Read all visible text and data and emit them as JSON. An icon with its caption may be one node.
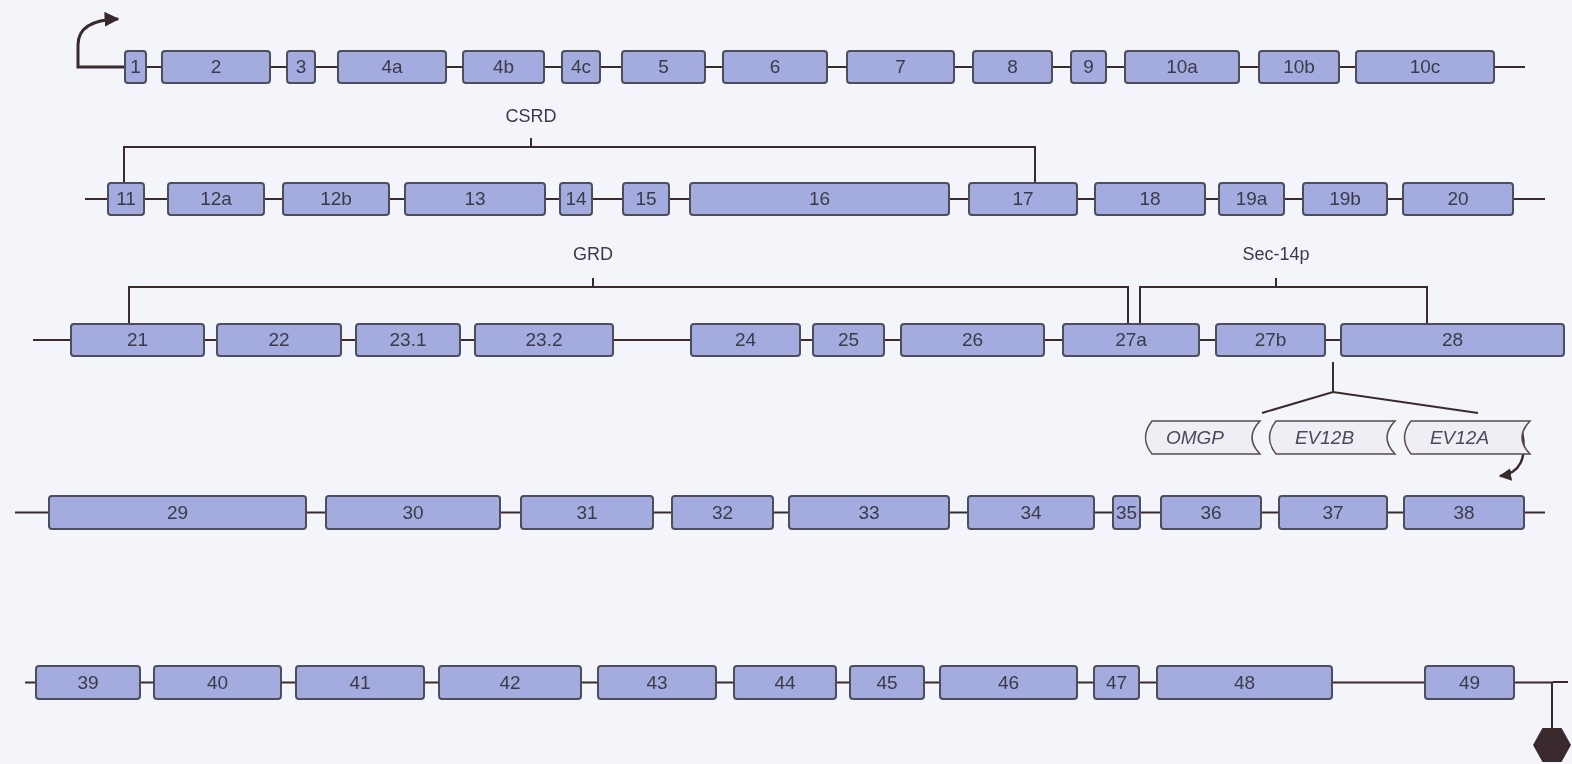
{
  "diagram": {
    "nodes": [
      {
        "text": [
          "1"
        ]
      },
      {
        "text": [
          "2"
        ]
      },
      {
        "text": [
          "3"
        ]
      },
      {
        "text": [
          "4a"
        ]
      },
      {
        "text": [
          "4b"
        ]
      },
      {
        "text": [
          "4c"
        ]
      },
      {
        "text": [
          "5"
        ]
      },
      {
        "text": [
          "6"
        ]
      },
      {
        "text": [
          "7"
        ]
      },
      {
        "text": [
          "8"
        ]
      },
      {
        "text": [
          "9"
        ]
      },
      {
        "text": [
          "10a"
        ]
      },
      {
        "text": [
          "10b"
        ]
      },
      {
        "text": [
          "10c"
        ]
      },
      {
        "text": [
          "11"
        ]
      },
      {
        "text": [
          "12a"
        ]
      },
      {
        "text": [
          "12b"
        ]
      },
      {
        "text": [
          "13"
        ]
      },
      {
        "text": [
          "14"
        ]
      },
      {
        "text": [
          "15"
        ]
      },
      {
        "text": [
          "16"
        ]
      },
      {
        "text": [
          "17"
        ]
      },
      {
        "text": [
          "18"
        ]
      },
      {
        "text": [
          "19a"
        ]
      },
      {
        "text": [
          "19b"
        ]
      },
      {
        "text": [
          "20"
        ]
      },
      {
        "text": [
          "21"
        ]
      },
      {
        "text": [
          "22"
        ]
      },
      {
        "text": [
          "23.1"
        ]
      },
      {
        "text": [
          "23.2"
        ]
      },
      {
        "text": [
          "24"
        ]
      },
      {
        "text": [
          "25"
        ]
      },
      {
        "text": [
          "26"
        ]
      },
      {
        "text": [
          "27a"
        ]
      },
      {
        "text": [
          "27b"
        ]
      },
      {
        "text": [
          "28"
        ]
      },
      {
        "text": [
          "OMGP"
        ]
      },
      {
        "text": [
          "EV12B"
        ]
      },
      {
        "text": [
          "EV12A"
        ]
      },
      {
        "text": [
          "29"
        ]
      },
      {
        "text": [
          "30"
        ]
      },
      {
        "text": [
          "31"
        ]
      },
      {
        "text": [
          "32"
        ]
      },
      {
        "text": [
          "33"
        ]
      },
      {
        "text": [
          "34"
        ]
      },
      {
        "text": [
          "35"
        ]
      },
      {
        "text": [
          "36"
        ]
      },
      {
        "text": [
          "37"
        ]
      },
      {
        "text": [
          "38"
        ]
      },
      {
        "text": [
          "39"
        ]
      },
      {
        "text": [
          "40"
        ]
      },
      {
        "text": [
          "41"
        ]
      },
      {
        "text": [
          "42"
        ]
      },
      {
        "text": [
          "43"
        ]
      },
      {
        "text": [
          "44"
        ]
      },
      {
        "text": [
          "45"
        ]
      },
      {
        "text": [
          "46"
        ]
      },
      {
        "text": [
          "47"
        ]
      },
      {
        "text": [
          "48"
        ]
      },
      {
        "text": [
          "49"
        ]
      },
      {
        "text": [],
        "shape": "hexagon"
      }
    ],
    "edges": [
      {
        "from": 0,
        "to": 1,
        "arrow": "none"
      },
      {
        "from": 1,
        "to": 2,
        "arrow": "none"
      },
      {
        "from": 2,
        "to": 3,
        "arrow": "none"
      },
      {
        "from": 3,
        "to": 4,
        "arrow": "none"
      },
      {
        "from": 4,
        "to": 5,
        "arrow": "none"
      },
      {
        "from": 5,
        "to": 6,
        "arrow": "none"
      },
      {
        "from": 6,
        "to": 7,
        "arrow": "none"
      },
      {
        "from": 7,
        "to": 8,
        "arrow": "none"
      },
      {
        "from": 8,
        "to": 9,
        "arrow": "none"
      },
      {
        "from": 9,
        "to": 10,
        "arrow": "none"
      },
      {
        "from": 10,
        "to": 11,
        "arrow": "none"
      },
      {
        "from": 11,
        "to": 12,
        "arrow": "none"
      },
      {
        "from": 12,
        "to": 13,
        "arrow": "none"
      },
      {
        "from": 13,
        "to": null,
        "arrow": "none"
      },
      {
        "from": null,
        "to": 14,
        "arrow": "none"
      },
      {
        "from": 14,
        "to": 15,
        "arrow": "none"
      },
      {
        "from": 15,
        "to": 16,
        "arrow": "none"
      },
      {
        "from": 16,
        "to": 17,
        "arrow": "none"
      },
      {
        "from": 17,
        "to": 18,
        "arrow": "none"
      },
      {
        "from": 18,
        "to": 19,
        "arrow": "none"
      },
      {
        "from": 19,
        "to": 20,
        "arrow": "none"
      },
      {
        "from": 20,
        "to": 21,
        "arrow": "none"
      },
      {
        "from": 21,
        "to": 22,
        "arrow": "none"
      },
      {
        "from": 22,
        "to": 23,
        "arrow": "none"
      },
      {
        "from": 23,
        "to": 24,
        "arrow": "none"
      },
      {
        "from": 24,
        "to": 25,
        "arrow": "none"
      },
      {
        "from": 25,
        "to": null,
        "arrow": "none"
      },
      {
        "from": null,
        "to": 26,
        "arrow": "none"
      },
      {
        "from": 26,
        "to": 27,
        "arrow": "none"
      },
      {
        "from": 27,
        "to": 28,
        "arrow": "none"
      },
      {
        "from": 28,
        "to": 29,
        "arrow": "none"
      },
      {
        "from": 29,
        "to": 30,
        "arrow": "none"
      },
      {
        "from": 30,
        "to": 31,
        "arrow": "none"
      },
      {
        "from": 31,
        "to": 32,
        "arrow": "none"
      },
      {
        "from": 32,
        "to": 33,
        "arrow": "none"
      },
      {
        "from": 33,
        "to": 34,
        "arrow": "none"
      },
      {
        "from": 34,
        "to": 35,
        "arrow": "none"
      },
      {
        "from": null,
        "to": 39,
        "arrow": "none"
      },
      {
        "from": 39,
        "to": 40,
        "arrow": "none"
      },
      {
        "from": 40,
        "to": 41,
        "arrow": "none"
      },
      {
        "from": 41,
        "to": 42,
        "arrow": "none"
      },
      {
        "from": 42,
        "to": 43,
        "arrow": "none"
      },
      {
        "from": 43,
        "to": 44,
        "arrow": "none"
      },
      {
        "from": 44,
        "to": 45,
        "arrow": "none"
      },
      {
        "from": 45,
        "to": 46,
        "arrow": "none"
      },
      {
        "from": 46,
        "to": 47,
        "arrow": "none"
      },
      {
        "from": 47,
        "to": 48,
        "arrow": "none"
      },
      {
        "from": 48,
        "to": null,
        "arrow": "none"
      },
      {
        "from": null,
        "to": 49,
        "arrow": "none"
      },
      {
        "from": 49,
        "to": 50,
        "arrow": "none"
      },
      {
        "from": 50,
        "to": 51,
        "arrow": "none"
      },
      {
        "from": 51,
        "to": 52,
        "arrow": "none"
      },
      {
        "from": 52,
        "to": 53,
        "arrow": "none"
      },
      {
        "from": 53,
        "to": 54,
        "arrow": "none"
      },
      {
        "from": 54,
        "to": 55,
        "arrow": "none"
      },
      {
        "from": 55,
        "to": 56,
        "arrow": "none"
      },
      {
        "from": 56,
        "to": 57,
        "arrow": "none"
      },
      {
        "from": 57,
        "to": 58,
        "arrow": "none"
      },
      {
        "from": 58,
        "to": 59,
        "arrow": "none"
      },
      {
        "from": 59,
        "to": 60,
        "arrow": "none"
      }
    ],
    "labels": [
      "CSRD",
      "GRD",
      "Sec-14p"
    ]
  }
}
